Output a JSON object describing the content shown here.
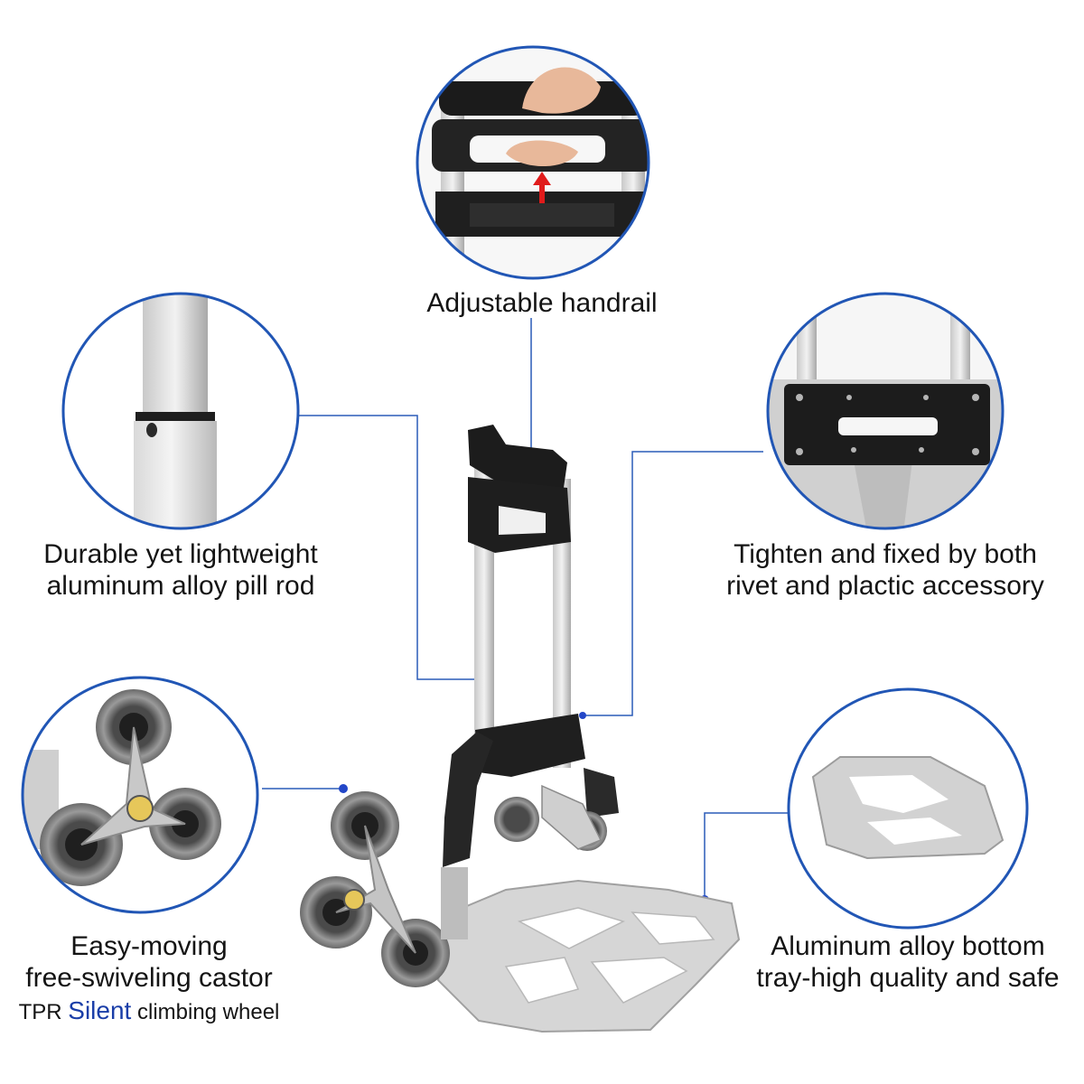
{
  "colors": {
    "accent_blue": "#1a3ea8",
    "circle_border": "#2156b5",
    "connector_line": "#2a5bb8",
    "text": "#141414"
  },
  "features": {
    "handrail": {
      "label": "Adjustable handrail"
    },
    "rod": {
      "lines": [
        "Durable yet lightweight",
        "aluminum alloy pill rod"
      ]
    },
    "rivet": {
      "lines": [
        "Tighten and fixed by both",
        "rivet and plactic accessory"
      ]
    },
    "castor": {
      "lines": [
        "Easy-moving",
        "free-swiveling castor"
      ],
      "line3_prefix": "TPR",
      "line3_highlight": "Silent",
      "line3_suffix": "climbing wheel"
    },
    "tray": {
      "lines": [
        "Aluminum alloy bottom",
        "tray-high quality and safe"
      ]
    }
  }
}
